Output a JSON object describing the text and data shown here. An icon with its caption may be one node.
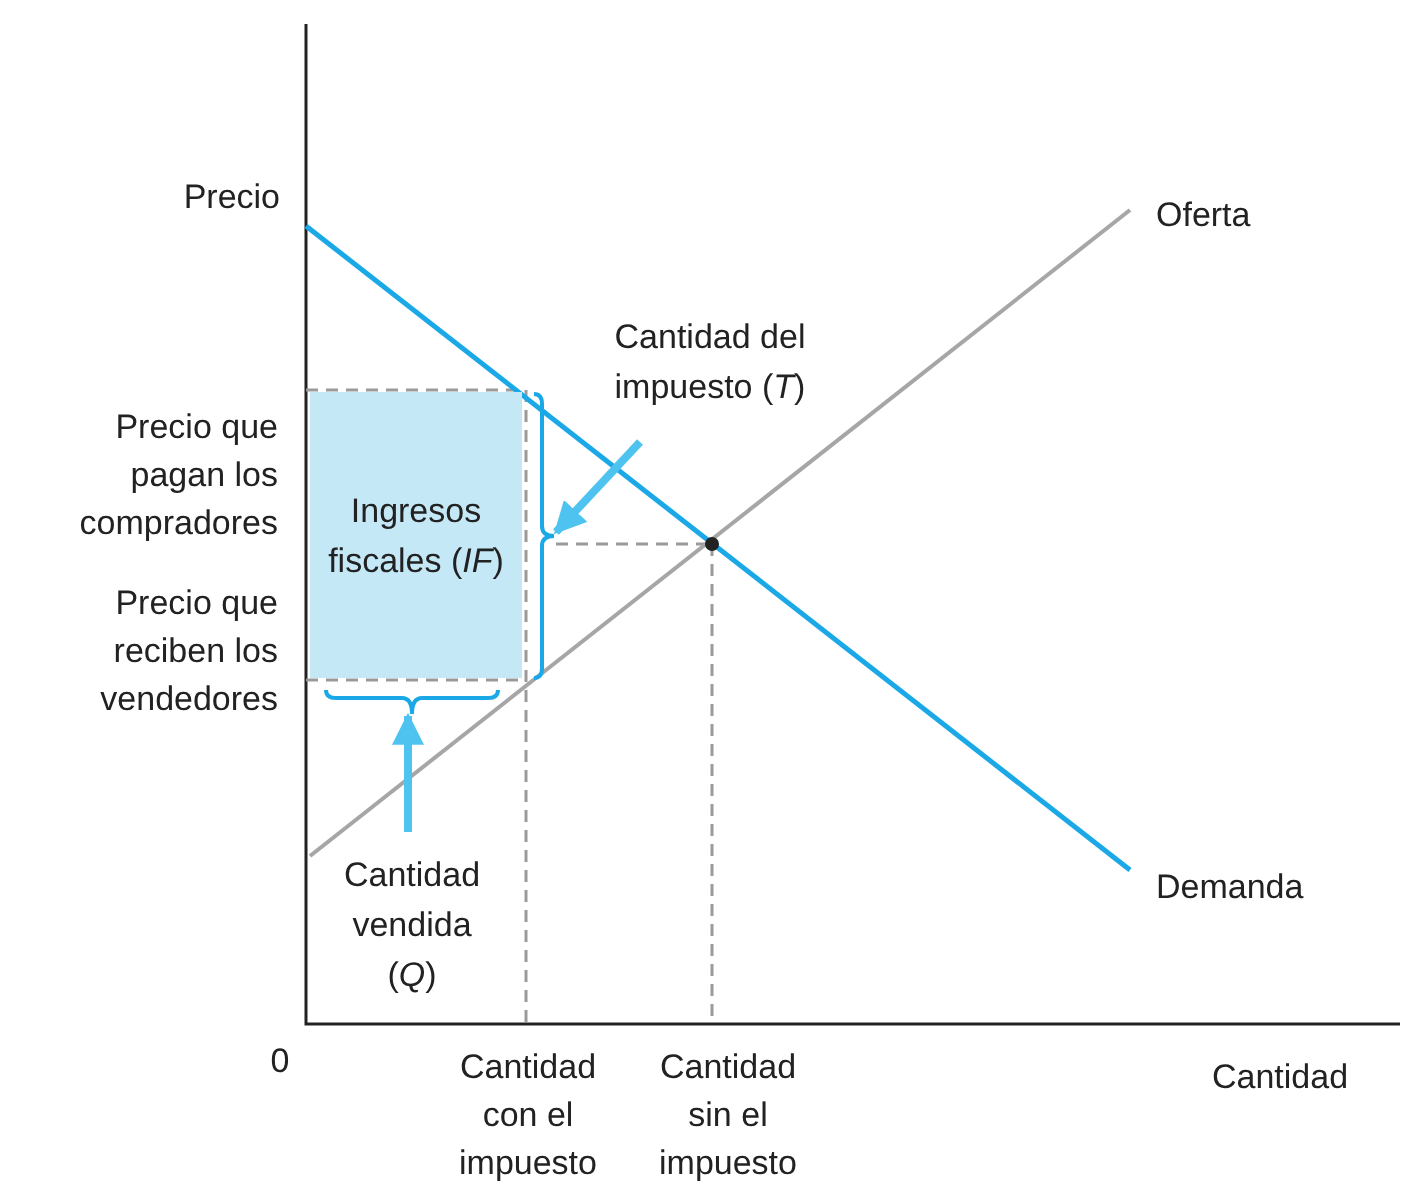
{
  "diagram": {
    "nodes": [
      {
        "text": [
          "Ingresos fiscales (*IF*)"
        ]
      },
      {
        "text": [
          "Cantidad del impuesto (*T*)"
        ]
      },
      {
        "text": [],
        "shape": "bracket"
      },
      {
        "text": [
          "Cantidad vendida (*Q*)"
        ]
      },
      {
        "text": [],
        "shape": "bracket"
      }
    ],
    "edges": [
      {
        "from": 1,
        "to": 2,
        "arrow": "to"
      },
      {
        "from": 3,
        "to": 4,
        "arrow": "to"
      }
    ],
    "labels": [
      "Precio",
      "Oferta",
      "Precio que pagan los compradores",
      "Precio que reciben los vendedores",
      "Demanda",
      "0",
      "Cantidad con el impuesto",
      "Cantidad sin el impuesto",
      "Cantidad"
    ]
  }
}
